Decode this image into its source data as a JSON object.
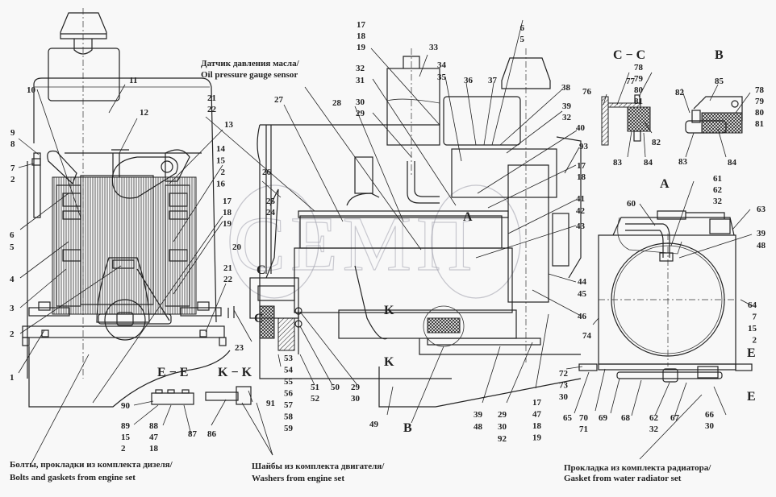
{
  "diagram": {
    "title": "Engine mounting assembly drawing",
    "watermark": "СЕМП",
    "notes": {
      "oil_sensor_ru": "Датчик давления масла/",
      "oil_sensor_en": "Oil pressure gauge sensor",
      "bolts_ru": "Болты, прокладки из комплекта дизеля/",
      "bolts_en": "Bolts and gaskets from engine set",
      "washers_ru": "Шайбы из комплекта двигателя/",
      "washers_en": "Washers from engine set",
      "gasket_ru": "Прокладка из комплекта радиатора/",
      "gasket_en": "Gasket from water radiator set"
    },
    "section_labels": {
      "cc": "C − C",
      "b_view": "B",
      "a_view": "A",
      "ee": "E − E",
      "kk": "K − K",
      "a_arrow": "A",
      "c_top": "C",
      "c_bottom": "C",
      "k_top": "K",
      "k_bottom": "K",
      "b_callout": "B",
      "e_top": "E",
      "e_bottom": "E"
    },
    "callouts": {
      "c10": "10",
      "c11": "11",
      "c12": "12",
      "c9_8": [
        "9",
        "8"
      ],
      "c7_2": [
        "7",
        "2"
      ],
      "c6_5": [
        "6",
        "5"
      ],
      "c4": "4",
      "c3": "3",
      "c2": "2",
      "c1": "1",
      "c13": "13",
      "c14_16": [
        "14",
        "15",
        "2",
        "16"
      ],
      "c17_19_left": [
        "17",
        "18",
        "19"
      ],
      "c20": "20",
      "c21_22_left": [
        "21",
        "22"
      ],
      "c23": "23",
      "c21_22_top": [
        "21",
        "22"
      ],
      "c27": "27",
      "c28": "28",
      "c26": "26",
      "c25_24": [
        "25",
        "24"
      ],
      "c17_19_top": [
        "17",
        "18",
        "19"
      ],
      "c32_31": [
        "32",
        "31"
      ],
      "c30_29": [
        "30",
        "29"
      ],
      "c33": "33",
      "c34_35": [
        "34",
        "35"
      ],
      "c36": "36",
      "c37": "37",
      "c6_5_top": [
        "6",
        "5"
      ],
      "c38": "38",
      "c39_32": [
        "39",
        "32"
      ],
      "c40": "40",
      "c93": "93",
      "c17_18_right": [
        "17",
        "18"
      ],
      "c41_42": [
        "41",
        "42"
      ],
      "c43": "43",
      "c44_45": [
        "44",
        "45"
      ],
      "c46": "46",
      "c53_59": [
        "53",
        "54",
        "55",
        "56",
        "57",
        "58",
        "59"
      ],
      "c51_52": [
        "51",
        "52"
      ],
      "c50": "50",
      "c29_30_mid": [
        "29",
        "30"
      ],
      "c49": "49",
      "c39_48_bottom": [
        "39",
        "48"
      ],
      "c29_30_92": [
        "29",
        "30",
        "92"
      ],
      "c17_47_18_19": [
        "17",
        "47",
        "18",
        "19"
      ],
      "c90": "90",
      "c89_15_2": [
        "89",
        "15",
        "2"
      ],
      "c88_47_18": [
        "88",
        "47",
        "18"
      ],
      "c87": "87",
      "c86": "86",
      "c91": "91",
      "c76": "76",
      "c77": "77",
      "c78_81_cc": [
        "78",
        "79",
        "80",
        "81"
      ],
      "c82_cc": "82",
      "c83_cc": "83",
      "c84_cc": "84",
      "c85": "85",
      "c82_b": "82",
      "c78_81_b": [
        "78",
        "79",
        "80",
        "81"
      ],
      "c83_b": "83",
      "c84_b": "84",
      "c60": "60",
      "c61_62_32": [
        "61",
        "62",
        "32"
      ],
      "c63": "63",
      "c39_48_a": [
        "39",
        "48"
      ],
      "c64_7_15_2": [
        "64",
        "7",
        "15",
        "2"
      ],
      "c74": "74",
      "c72_73_30": [
        "72",
        "73",
        "30"
      ],
      "c65": "65",
      "c70_71": [
        "70",
        "71"
      ],
      "c69": "69",
      "c68": "68",
      "c62_32": [
        "62",
        "32"
      ],
      "c67": "67",
      "c66_30": [
        "66",
        "30"
      ]
    }
  }
}
